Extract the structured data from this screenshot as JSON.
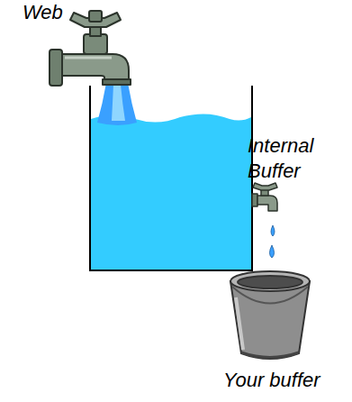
{
  "diagram": {
    "labels": [
      "Web",
      "Internal Buffer",
      "Your buffer"
    ]
  }
}
